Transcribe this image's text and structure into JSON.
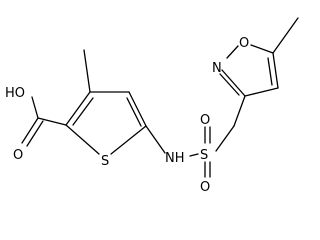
{
  "molecule": {
    "atoms": {
      "hydroxyl": "HO",
      "carbonyl_oxygen": "O",
      "thiophene_sulfur": "S",
      "amine": "NH",
      "sulfonyl_sulfur": "S",
      "sulfonyl_oxygen_top": "O",
      "sulfonyl_oxygen_bottom": "O",
      "isoxazole_nitrogen": "N",
      "isoxazole_oxygen": "O"
    },
    "colors": {
      "bond": "#000000",
      "text": "#000000",
      "background": "#ffffff"
    }
  }
}
